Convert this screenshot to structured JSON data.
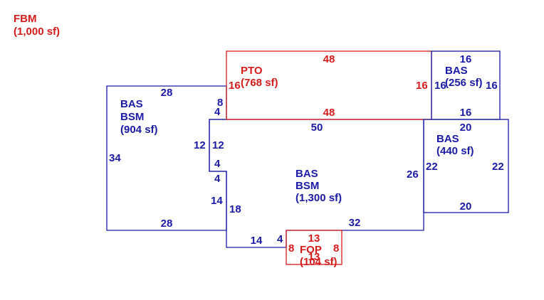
{
  "colors": {
    "blue": "#1a1aa6",
    "red": "#d61a1a"
  },
  "fbm": {
    "code": "FBM",
    "area": "(1,000 sf)"
  },
  "areas": {
    "left_bas_bsm": {
      "line1": "BAS",
      "line2": "BSM",
      "area": "(904 sf)"
    },
    "center_bas_bsm": {
      "line1": "BAS",
      "line2": "BSM",
      "area": "(1,300 sf)"
    },
    "pto": {
      "code": "PTO",
      "area": "(768 sf)"
    },
    "bas_256": {
      "code": "BAS",
      "area": "(256 sf)"
    },
    "bas_440": {
      "code": "BAS",
      "area": "(440 sf)"
    },
    "fop": {
      "code": "FOP",
      "area": "(104 sf)"
    }
  },
  "dims": {
    "left_top": "28",
    "left_side": "34",
    "left_bottom": "28",
    "left_right_upper": "8",
    "step_4_top": "4",
    "step_12_left": "12",
    "step_12_right": "12",
    "step_4_mid": "4",
    "step_4_low": "4",
    "step_14_vert": "14",
    "center_top": "50",
    "center_right": "26",
    "center_left": "18",
    "center_bottom": "32",
    "notch_bottom": "14",
    "notch_side": "4",
    "pto_top": "48",
    "pto_bottom": "48",
    "pto_left": "16",
    "pto_right": "16",
    "bas256_top": "16",
    "bas256_bottom": "16",
    "bas256_left": "16",
    "bas256_right": "16",
    "bas440_top": "20",
    "bas440_bottom": "20",
    "bas440_left": "22",
    "bas440_right": "22",
    "fop_top": "13",
    "fop_bottom": "13",
    "fop_left": "8",
    "fop_right": "8"
  }
}
